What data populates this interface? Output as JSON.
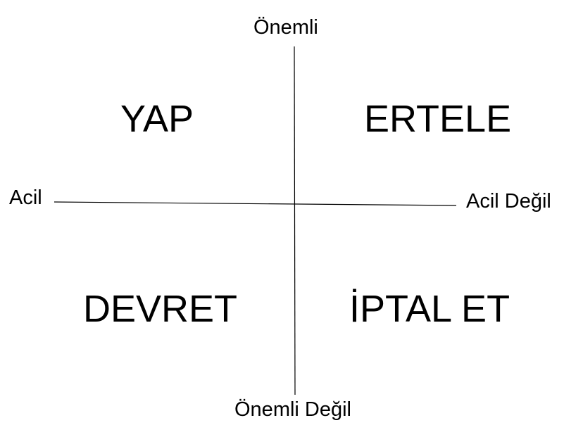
{
  "axes": {
    "top": "Önemli",
    "bottom": "Önemli Değil",
    "left": "Acil",
    "right": "Acil Değil"
  },
  "quadrants": {
    "top_left": "YAP",
    "top_right": "ERTELE",
    "bottom_left": "DEVRET",
    "bottom_right": "İPTAL ET"
  },
  "colors": {
    "background": "#ffffff",
    "ink": "#000000"
  }
}
